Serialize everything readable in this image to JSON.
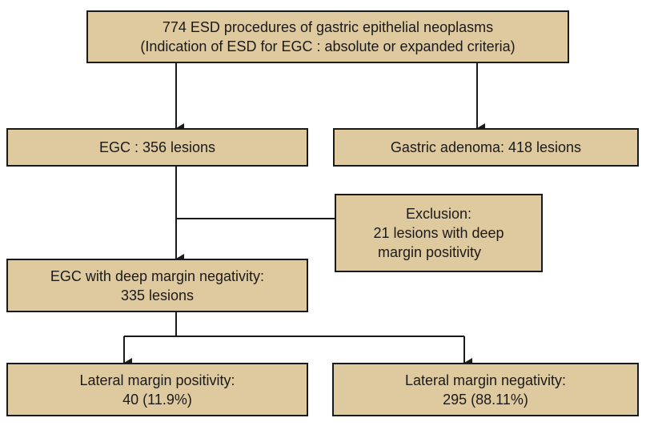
{
  "flowchart": {
    "top_box": {
      "line1": "774 ESD procedures of gastric epithelial neoplasms",
      "line2": "(Indication of ESD for EGC : absolute or expanded criteria)"
    },
    "egc_box": {
      "line1": "EGC : 356 lesions"
    },
    "adenoma_box": {
      "line1": "Gastric adenoma: 418 lesions"
    },
    "exclusion_box": {
      "line1": "Exclusion:",
      "line2": "21 lesions with deep",
      "line3": "margin positivity"
    },
    "negativity_box": {
      "line1": "EGC with deep margin negativity:",
      "line2": "335 lesions"
    },
    "lateral_pos_box": {
      "line1": "Lateral margin positivity:",
      "line2": "40 (11.9%)"
    },
    "lateral_neg_box": {
      "line1": "Lateral margin negativity:",
      "line2": "295 (88.11%)"
    }
  },
  "colors": {
    "box_fill": "#dfcaa0",
    "border": "#1a1a1a"
  }
}
